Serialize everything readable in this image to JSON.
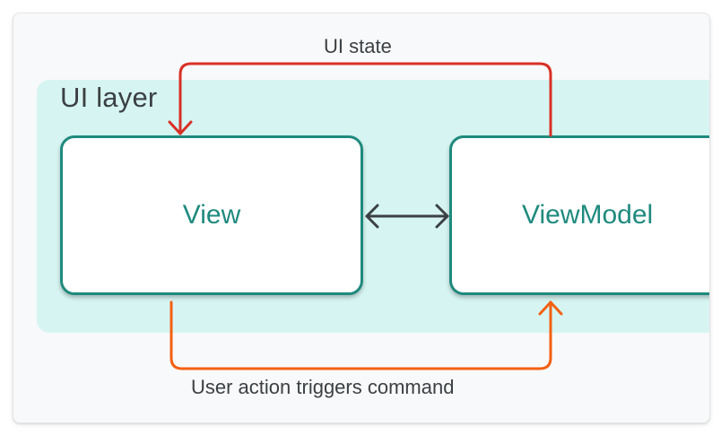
{
  "diagram": {
    "container_label": "UI layer",
    "nodes": {
      "view": "View",
      "viewmodel": "ViewModel"
    },
    "edges": {
      "ui_state": "UI state",
      "user_action": "User action triggers command"
    },
    "colors": {
      "container_fill": "#d6f5f2",
      "node_border": "#1f8a7e",
      "node_text": "#1f8a7e",
      "ui_state_arrow": "#d93025",
      "user_action_arrow": "#f36012",
      "bidirectional_arrow": "#3c4043"
    }
  }
}
